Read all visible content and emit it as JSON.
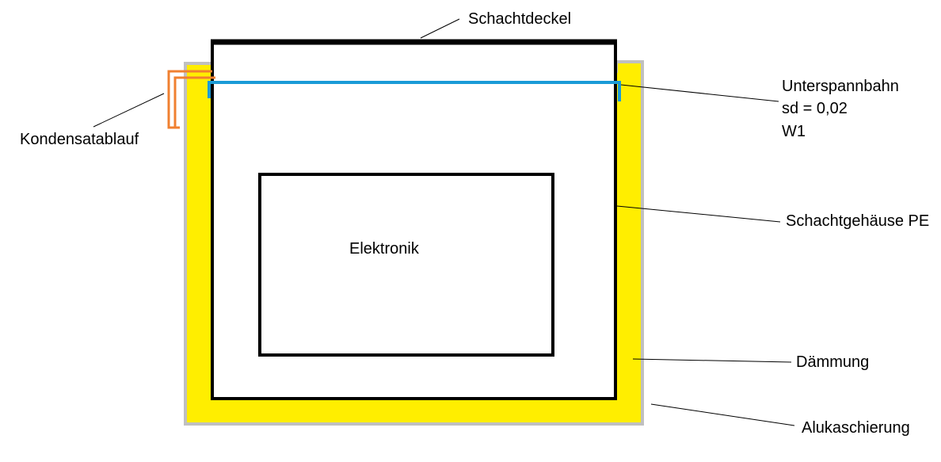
{
  "labels": {
    "schachtdeckel": "Schachtdeckel",
    "unterspannbahn": [
      "Unterspannbahn",
      "sd = 0,02",
      "W1"
    ],
    "kondensatablauf": "Kondensatablauf",
    "schachtgehaeuse": "Schachtgehäuse PE",
    "elektronik": "Elektronik",
    "daemmung": "Dämmung",
    "alukaschierung": "Alukaschierung"
  },
  "colors": {
    "insulation": "#ffee00",
    "foil": "#c0c0c0",
    "membrane": "#1a9bd7",
    "drain": "#f08030",
    "outline": "#000000"
  }
}
